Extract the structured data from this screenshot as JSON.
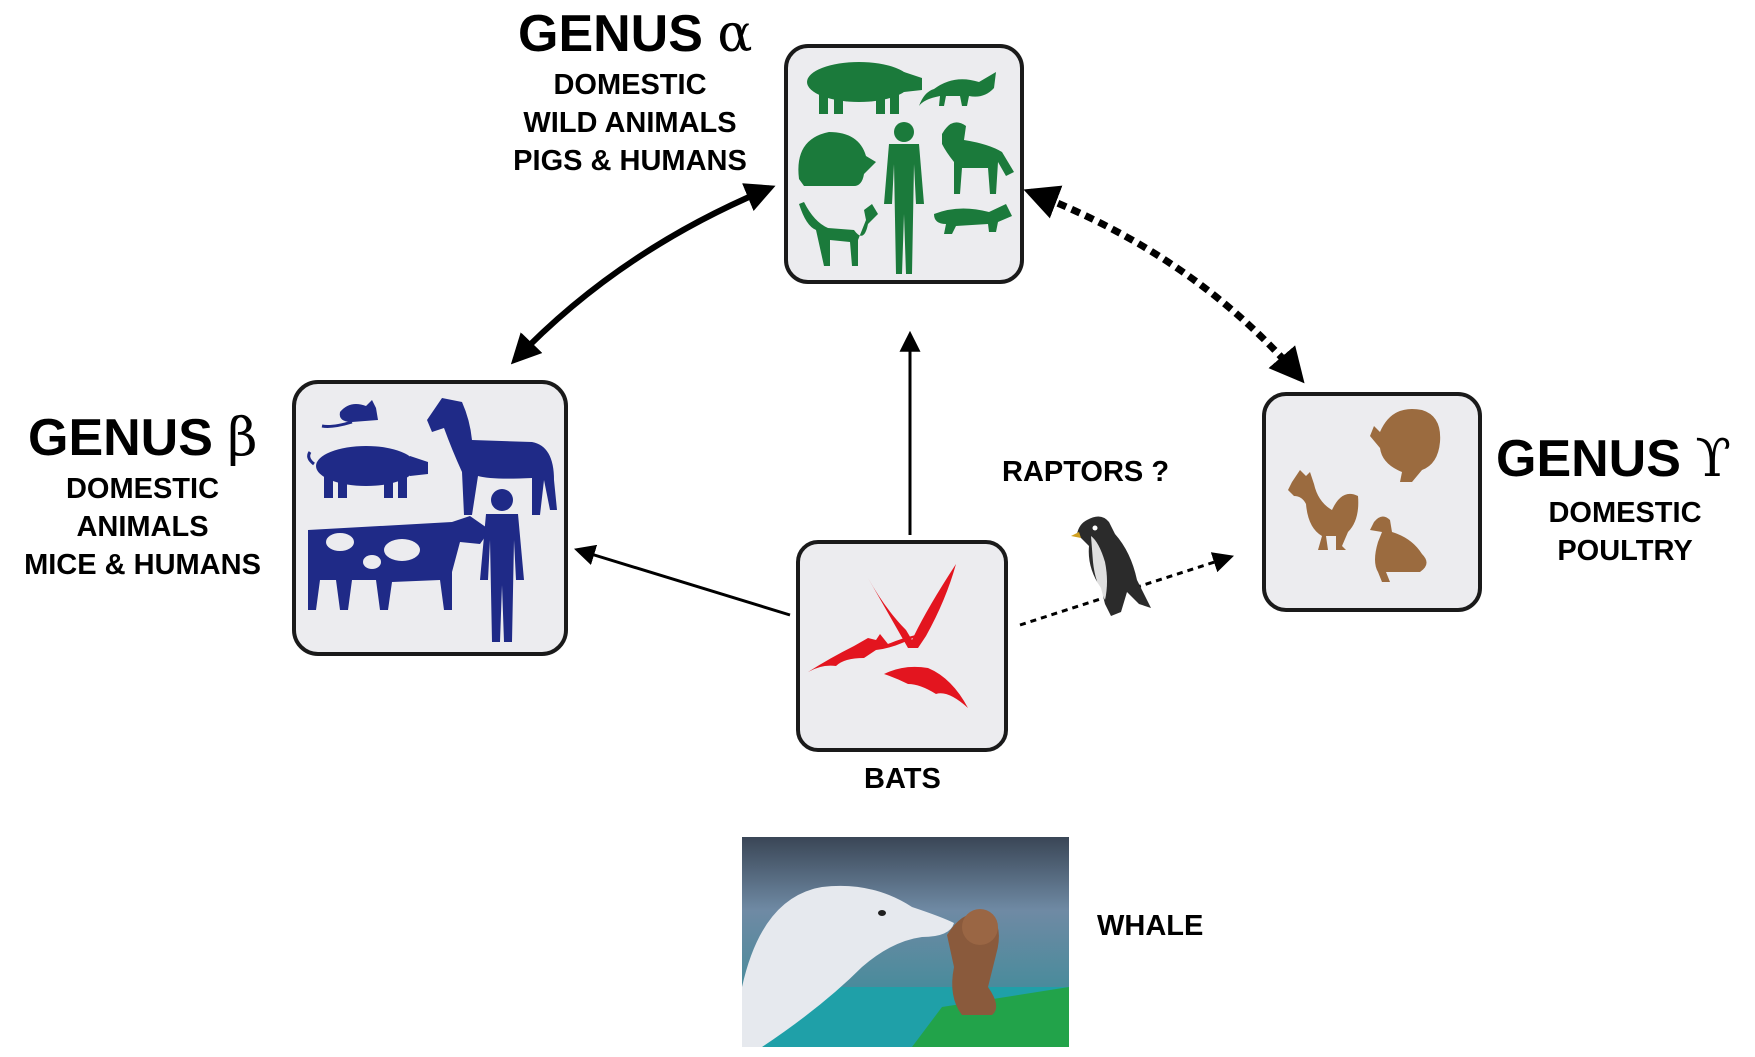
{
  "genera": {
    "alpha": {
      "title": "GENUS",
      "symbol": "α",
      "lines": [
        "DOMESTIC",
        "WILD ANIMALS",
        "PIGS & HUMANS"
      ],
      "color": "#1b7a3b",
      "icons": [
        "pig-icon",
        "fox-icon",
        "raccoon-icon",
        "human-icon",
        "dog-icon",
        "cat-icon",
        "ferret-icon"
      ]
    },
    "beta": {
      "title": "GENUS",
      "symbol": "β",
      "lines": [
        "DOMESTIC",
        "ANIMALS",
        "MICE & HUMANS"
      ],
      "color": "#1f2a87",
      "icons": [
        "mouse-icon",
        "horse-icon",
        "pig-icon",
        "cow-icon",
        "human-icon"
      ]
    },
    "gamma": {
      "title": "GENUS",
      "symbol": "ϒ",
      "lines": [
        "DOMESTIC",
        "POULTRY"
      ],
      "color": "#9b6b3f",
      "icons": [
        "turkey-icon",
        "rooster-icon",
        "duck-icon"
      ]
    }
  },
  "bats": {
    "label": "BATS",
    "color": "#e3151f",
    "icons": [
      "bat-icon",
      "bat-icon",
      "bat-icon"
    ]
  },
  "raptors": {
    "label": "RAPTORS ?",
    "icon": "falcon-icon"
  },
  "whale": {
    "label": "WHALE",
    "icon": "beluga-whale-photo"
  },
  "colors": {
    "box_fill": "#ececef",
    "box_border": "#1a1a1a",
    "arrow": "#000000"
  }
}
